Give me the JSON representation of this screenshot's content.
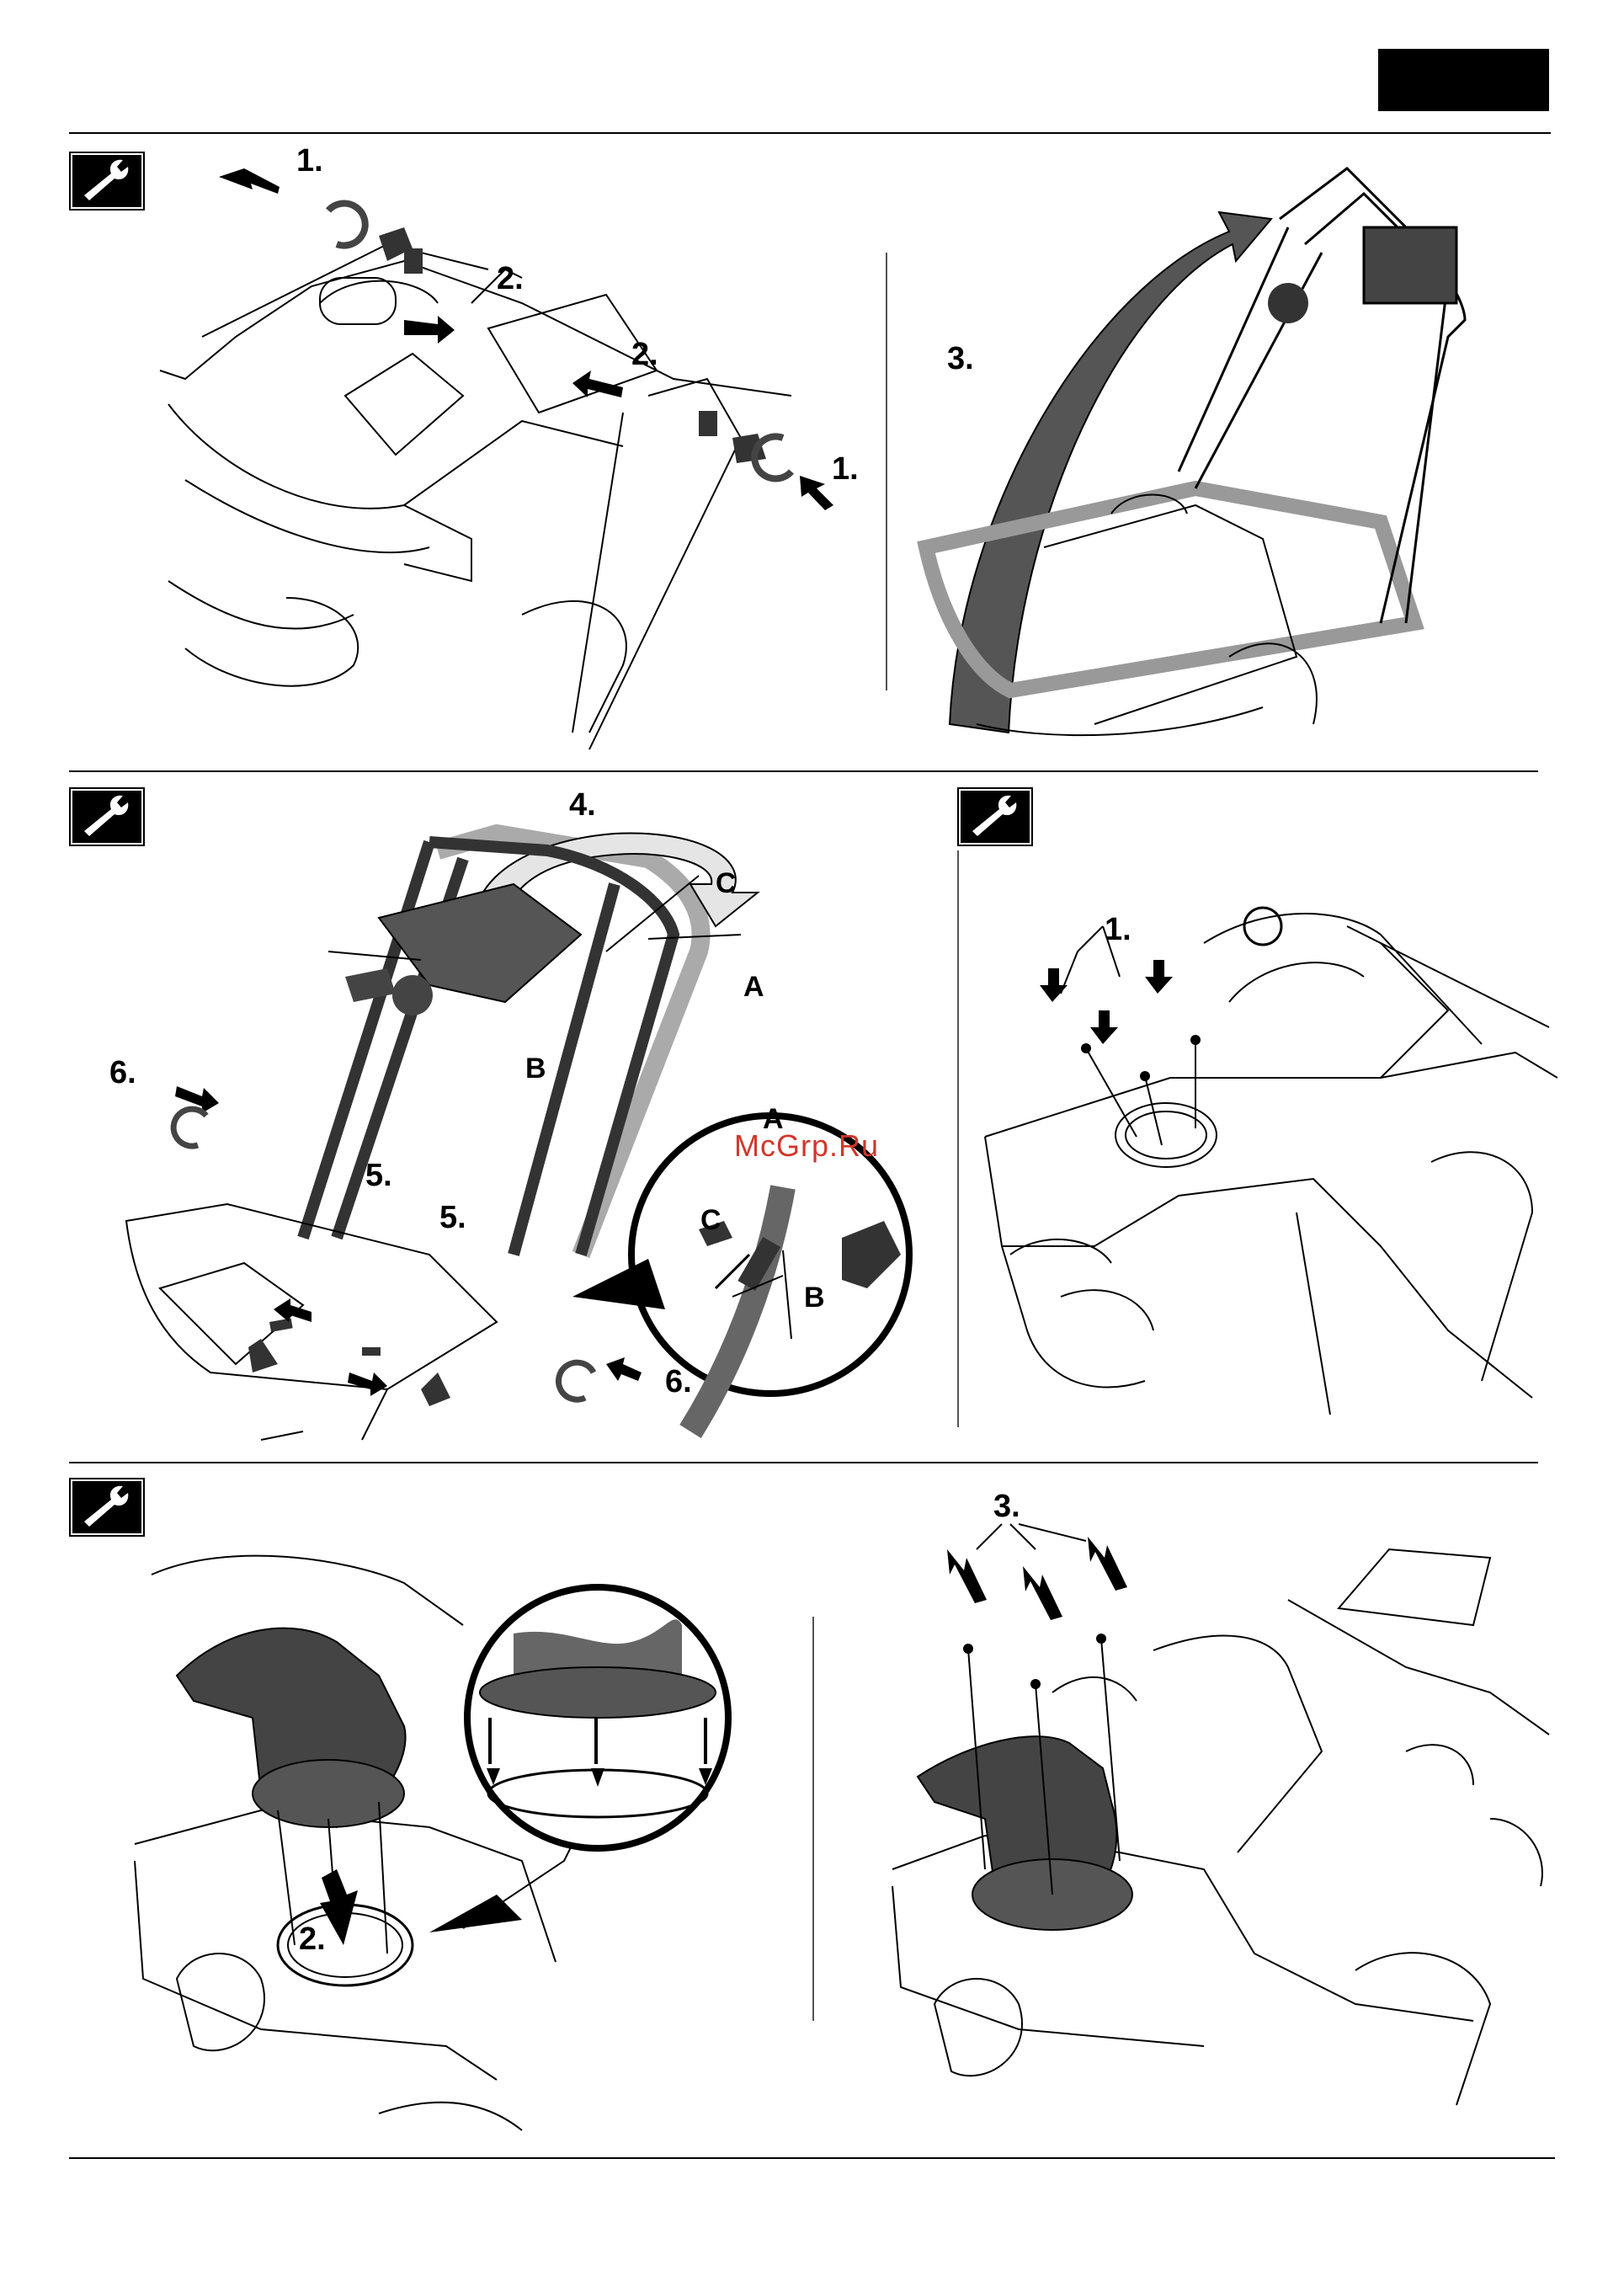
{
  "header": {
    "tab_color": "#000000"
  },
  "watermark": "McGrp.Ru",
  "panels": {
    "p1": {
      "steps": [
        "1.",
        "2.",
        "2.",
        "1."
      ]
    },
    "p2": {
      "steps": [
        "3."
      ]
    },
    "p3": {
      "steps": [
        "4.",
        "6.",
        "5.",
        "5.",
        "6."
      ],
      "labels": [
        "C",
        "A",
        "B"
      ],
      "detail_labels": [
        "A",
        "C",
        "B"
      ]
    },
    "p4": {
      "steps": [
        "1."
      ]
    },
    "p5": {
      "steps": [
        "2."
      ]
    },
    "p6": {
      "steps": [
        "3."
      ]
    }
  },
  "icons": [
    "wrench-icon"
  ],
  "colors": {
    "line": "#000000",
    "shade": "#555555",
    "light": "#888888",
    "mid": "#444444"
  }
}
